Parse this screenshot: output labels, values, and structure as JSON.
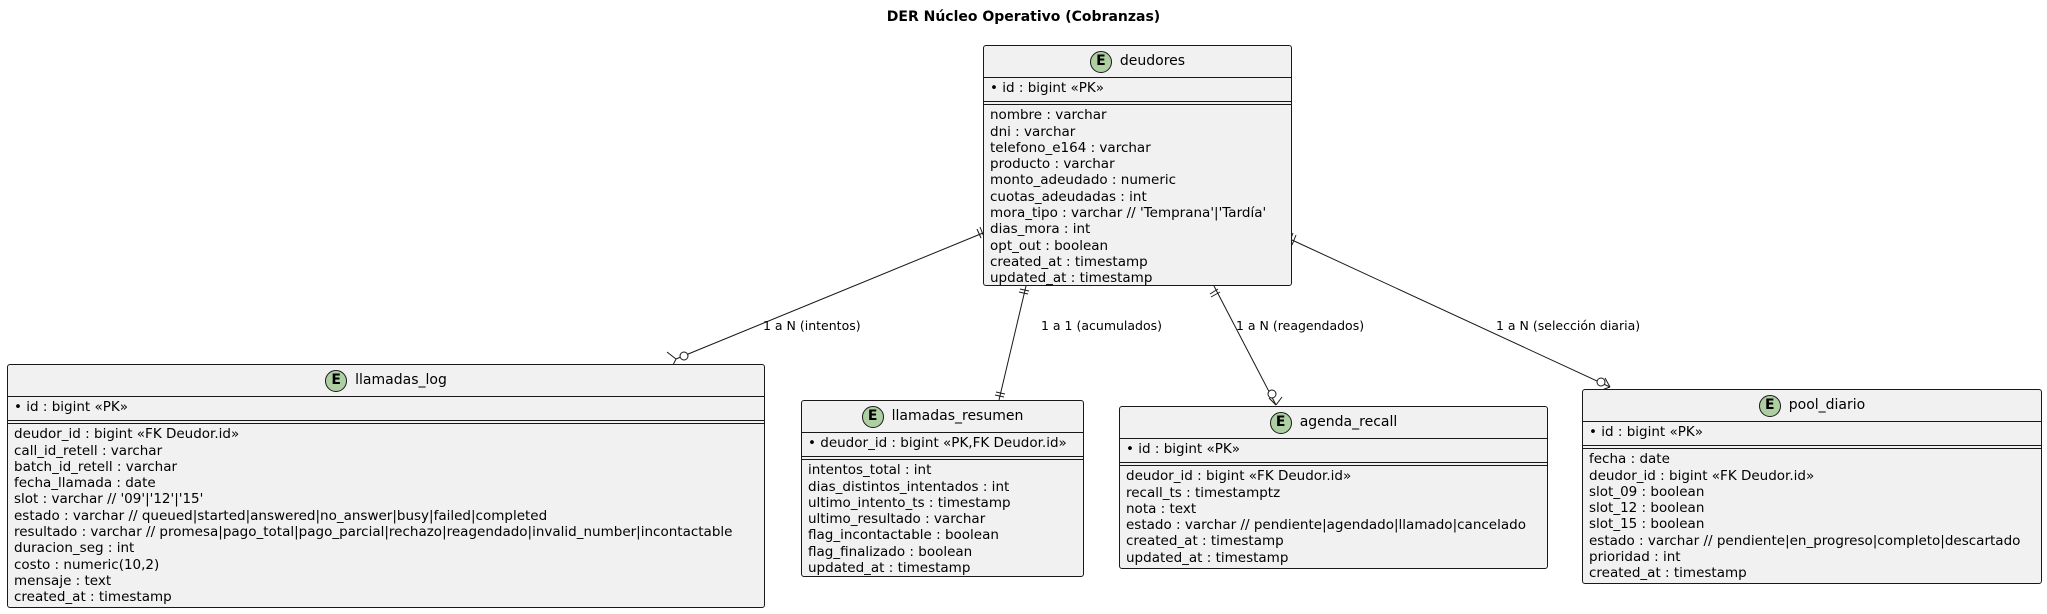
{
  "title": "DER Núcleo Operativo (Cobranzas)",
  "entity_badge": "E",
  "entities": {
    "deudores": {
      "name": "deudores",
      "pk": "• id : bigint «PK»",
      "attributes": [
        "nombre : varchar",
        "dni : varchar",
        "telefono_e164 : varchar",
        "producto : varchar",
        "monto_adeudado : numeric",
        "cuotas_adeudadas : int",
        "mora_tipo : varchar  // 'Temprana'|'Tardía'",
        "dias_mora : int",
        "opt_out : boolean",
        "created_at : timestamp",
        "updated_at : timestamp"
      ]
    },
    "llamadas_log": {
      "name": "llamadas_log",
      "pk": "• id : bigint «PK»",
      "attributes": [
        "deudor_id : bigint «FK Deudor.id»",
        "call_id_retell : varchar",
        "batch_id_retell : varchar",
        "fecha_llamada : date",
        "slot : varchar   // '09'|'12'|'15'",
        "estado : varchar // queued|started|answered|no_answer|busy|failed|completed",
        "resultado : varchar // promesa|pago_total|pago_parcial|rechazo|reagendado|invalid_number|incontactable",
        "duracion_seg : int",
        "costo : numeric(10,2)",
        "mensaje : text",
        "created_at : timestamp"
      ]
    },
    "llamadas_resumen": {
      "name": "llamadas_resumen",
      "pk": "• deudor_id : bigint «PK,FK Deudor.id»",
      "attributes": [
        "intentos_total : int",
        "dias_distintos_intentados : int",
        "ultimo_intento_ts : timestamp",
        "ultimo_resultado : varchar",
        "flag_incontactable : boolean",
        "flag_finalizado : boolean",
        "updated_at : timestamp"
      ]
    },
    "agenda_recall": {
      "name": "agenda_recall",
      "pk": "• id : bigint «PK»",
      "attributes": [
        "deudor_id : bigint «FK Deudor.id»",
        "recall_ts : timestamptz",
        "nota : text",
        "estado : varchar // pendiente|agendado|llamado|cancelado",
        "created_at : timestamp",
        "updated_at : timestamp"
      ]
    },
    "pool_diario": {
      "name": "pool_diario",
      "pk": "• id : bigint «PK»",
      "attributes": [
        "fecha : date",
        "deudor_id : bigint «FK Deudor.id»",
        "slot_09 : boolean",
        "slot_12 : boolean",
        "slot_15 : boolean",
        "estado : varchar // pendiente|en_progreso|completo|descartado",
        "prioridad : int",
        "created_at : timestamp"
      ]
    }
  },
  "relationships": [
    {
      "from": "deudores",
      "to": "llamadas_log",
      "label": "1 a N (intentos)",
      "from_card": "one",
      "to_card": "zero-many"
    },
    {
      "from": "deudores",
      "to": "llamadas_resumen",
      "label": "1 a 1 (acumulados)",
      "from_card": "one",
      "to_card": "one"
    },
    {
      "from": "deudores",
      "to": "agenda_recall",
      "label": "1 a N (reagendados)",
      "from_card": "one",
      "to_card": "zero-many"
    },
    {
      "from": "deudores",
      "to": "pool_diario",
      "label": "1 a N (selección diaria)",
      "from_card": "one",
      "to_card": "zero-many"
    }
  ],
  "colors": {
    "entity_fill": "#f1f1f1",
    "badge_fill": "#adcfa2",
    "line": "#181818"
  }
}
